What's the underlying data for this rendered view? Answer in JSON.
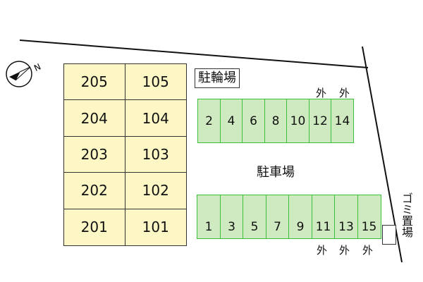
{
  "compass": {
    "letter": "N"
  },
  "building": {
    "units": [
      {
        "left": "205",
        "right": "105"
      },
      {
        "left": "204",
        "right": "104"
      },
      {
        "left": "203",
        "right": "103"
      },
      {
        "left": "202",
        "right": "102"
      },
      {
        "left": "201",
        "right": "101"
      }
    ]
  },
  "labels": {
    "bike_parking": "駐輪場",
    "parking_lot": "駐車場",
    "garbage": "ゴミ置場",
    "outside": "外"
  },
  "parking": {
    "top_row": [
      "2",
      "4",
      "6",
      "8",
      "10",
      "12",
      "14"
    ],
    "bottom_row": [
      "1",
      "3",
      "5",
      "7",
      "9",
      "11",
      "13",
      "15"
    ]
  }
}
